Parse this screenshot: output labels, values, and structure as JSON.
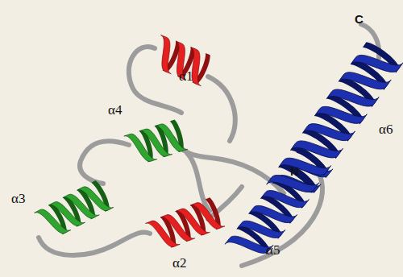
{
  "diagram": {
    "labels": [
      "C",
      "α1",
      "α4",
      "α6",
      "N",
      "α3",
      "α2",
      "α5"
    ]
  }
}
